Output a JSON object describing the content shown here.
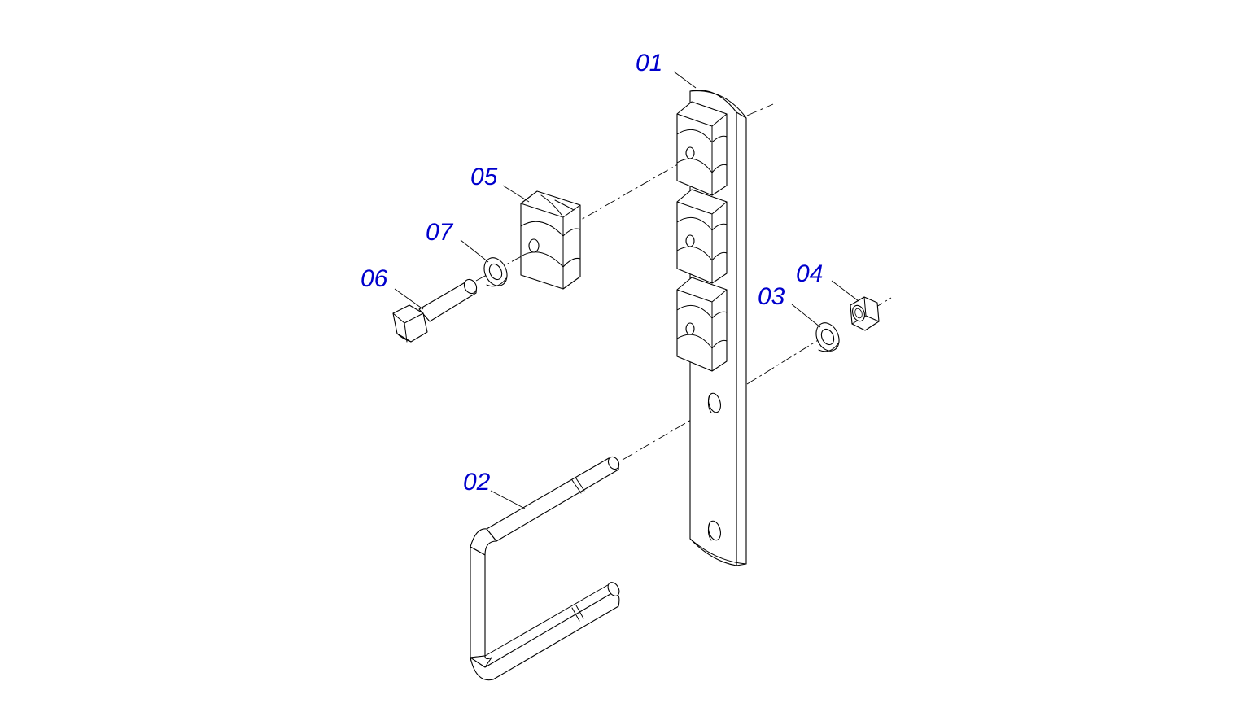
{
  "colors": {
    "callout": "#0000cc",
    "line": "#000000",
    "background": "#ffffff"
  },
  "callouts": {
    "c01": "01",
    "c02": "02",
    "c03": "03",
    "c04": "04",
    "c05": "05",
    "c06": "06",
    "c07": "07"
  }
}
